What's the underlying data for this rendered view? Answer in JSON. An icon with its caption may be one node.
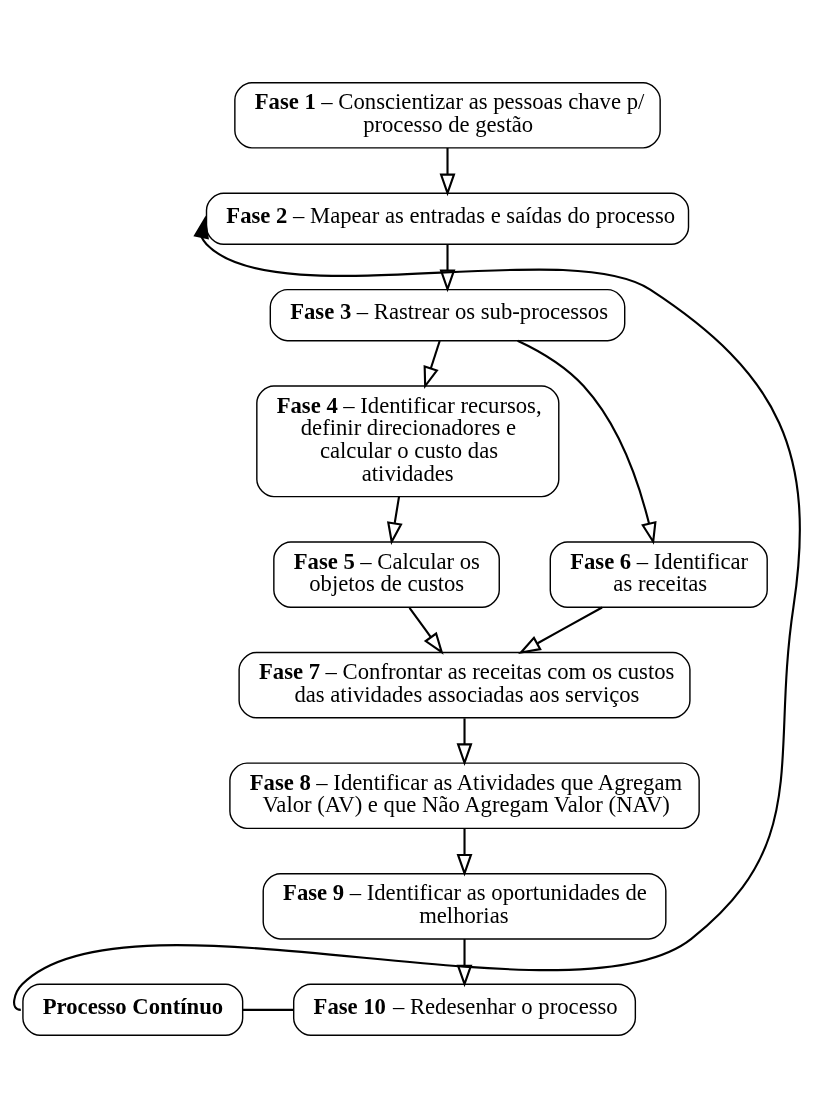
{
  "diagram": {
    "nodes": [
      {
        "text": [
          "**Fase 1** – Conscientizar as pessoas chave p/ processo de gestão"
        ]
      },
      {
        "text": [
          "**Fase 2** – Mapear as entradas e saídas do processo"
        ]
      },
      {
        "text": [
          "**Fase 3** – Rastrear os sub-processos"
        ]
      },
      {
        "text": [
          "**Fase 4** – Identificar recursos, definir direcionadores e calcular o custo das atividades"
        ]
      },
      {
        "text": [
          "**Fase 6** – Identificar as receitas"
        ]
      },
      {
        "text": [
          "**Fase 5** – Calcular os objetos de custos"
        ]
      },
      {
        "text": [
          "**Fase 7** – Confrontar as receitas com os custos das atividades associadas aos serviços"
        ]
      },
      {
        "text": [
          "**Fase 8** – Identificar as Atividades que Agregam Valor (AV) e que Não Agregam Valor (NAV)"
        ]
      },
      {
        "text": [
          "**Fase 9** – Identificar as oportunidades de melhorias"
        ]
      },
      {
        "text": [
          "**Processo Contínuo**"
        ]
      },
      {
        "text": [
          "**Fase 10** – Redesenhar o processo"
        ]
      }
    ],
    "edges": [
      {
        "from": 0,
        "to": 1,
        "arrow": "to"
      },
      {
        "from": 1,
        "to": 2,
        "arrow": "to"
      },
      {
        "from": 2,
        "to": 3,
        "arrow": "to"
      },
      {
        "from": 2,
        "to": 4,
        "arrow": "to"
      },
      {
        "from": 3,
        "to": 5,
        "arrow": "to"
      },
      {
        "from": 4,
        "to": 6,
        "arrow": "to"
      },
      {
        "from": 5,
        "to": 6,
        "arrow": "to"
      },
      {
        "from": 6,
        "to": 7,
        "arrow": "to"
      },
      {
        "from": 7,
        "to": 8,
        "arrow": "to"
      },
      {
        "from": 8,
        "to": 10,
        "arrow": "to"
      },
      {
        "from": 9,
        "to": 10,
        "arrow": "none"
      },
      {
        "from": 9,
        "to": 1,
        "arrow": "to"
      }
    ]
  }
}
